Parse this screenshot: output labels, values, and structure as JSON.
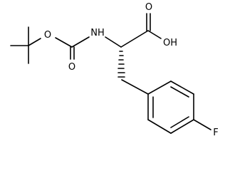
{
  "molecule": {
    "atoms": {
      "carbonyl_o_top": "O",
      "carbonyl_o_bottom": "O",
      "ester_o": "O",
      "nh": "NH",
      "acid_o": "O",
      "acid_oh": "OH",
      "fluorine": "F"
    },
    "colors": {
      "bond": "#000000",
      "label": "#000000",
      "background": "#ffffff"
    }
  }
}
